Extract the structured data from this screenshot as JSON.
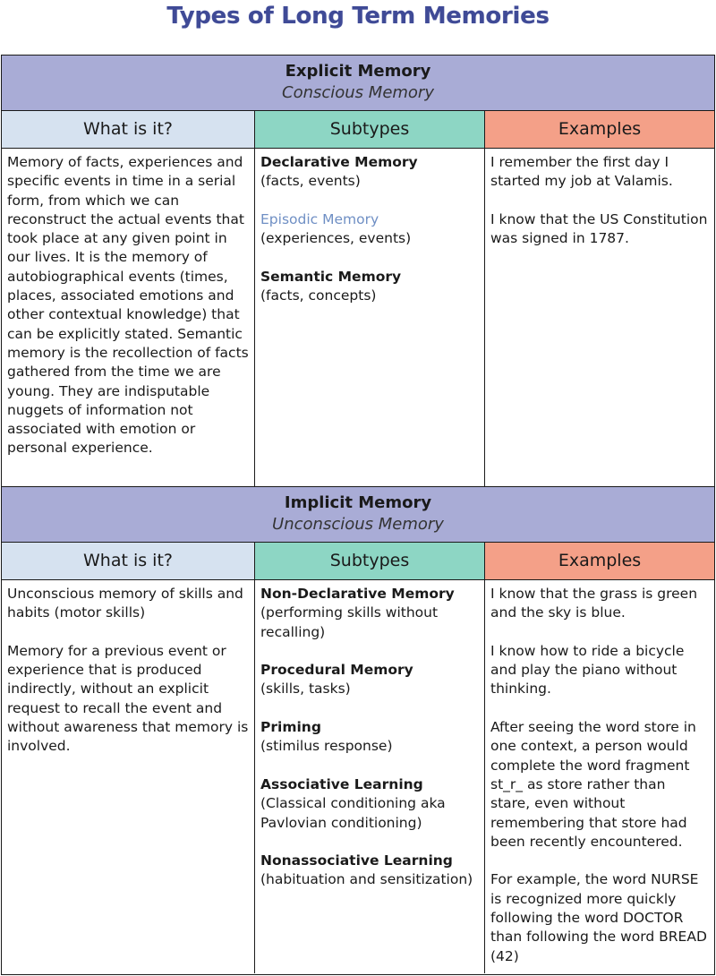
{
  "title": "Types of Long Term Memories",
  "headers": {
    "what": "What is it?",
    "subtypes": "Subtypes",
    "examples": "Examples"
  },
  "explicit": {
    "title": "Explicit Memory",
    "subtitle": "Conscious Memory",
    "what": "Memory of facts, experiences and specific events in time in a serial form, from which we can reconstruct the actual events that took place at any given point in our lives. It is the memory of autobiographical events (times, places, associated emotions and other contextual knowledge) that can be explicitly stated. Semantic memory is the recollection of facts gathered from the time we are young. They are indisputable nuggets of information not associated with emotion or personal experience.",
    "subtypes": [
      {
        "name": "Declarative Memory",
        "desc": "(facts, events)"
      },
      {
        "name": "Episodic Memory",
        "desc": "(experiences, events)"
      },
      {
        "name": "Semantic Memory",
        "desc": "(facts, concepts)"
      }
    ],
    "examples": [
      "I remember the first day I started my job at Valamis.",
      "I know that the US Constitution was signed in 1787."
    ]
  },
  "implicit": {
    "title": "Implicit Memory",
    "subtitle": "Unconscious Memory",
    "what": [
      "Unconscious memory of skills and habits (motor skills)",
      "Memory for a previous event or experience that is produced indirectly, without an explicit request to recall the event and without awareness that memory is involved."
    ],
    "subtypes": [
      {
        "name": "Non-Declarative Memory",
        "desc": "(performing skills without recalling)"
      },
      {
        "name": "Procedural Memory",
        "desc": "(skills, tasks)"
      },
      {
        "name": "Priming",
        "desc": "(stimilus response)"
      },
      {
        "name": "Associative Learning",
        "desc": "(Classical conditioning aka Pavlovian conditioning)"
      },
      {
        "name": "Nonassociative Learning",
        "desc": "(habituation and sensitization)"
      }
    ],
    "examples": [
      "I know that the grass is green and the sky is blue.",
      "I know how to ride a bicycle and play the piano without thinking.",
      "After seeing the word store in one context, a person would complete the word fragment st_r_ as store rather than stare, even without remembering that store had been recently encountered.",
      "For example, the word NURSE is recognized more quickly following the word DOCTOR than following the word BREAD (42)"
    ]
  }
}
